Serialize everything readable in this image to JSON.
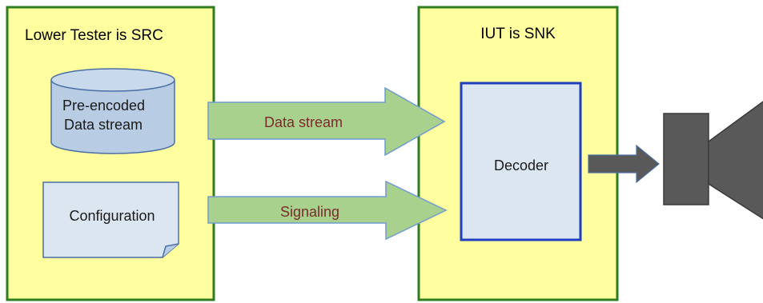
{
  "lower_tester": {
    "title": "Lower Tester is SRC",
    "database_label_line1": "Pre-encoded",
    "database_label_line2": "Data stream",
    "configuration_label": "Configuration"
  },
  "iut": {
    "title": "IUT is SNK",
    "decoder_label": "Decoder"
  },
  "arrows": {
    "data_stream_label": "Data stream",
    "signaling_label": "Signaling"
  },
  "colors": {
    "container_fill": "#ffff9f",
    "container_border": "#2e7d1f",
    "data_shape_fill": "#b8cce4",
    "data_shape_border": "#4a6fa5",
    "config_fill": "#dce6f1",
    "decoder_fill": "#dce6f1",
    "decoder_border": "#1f3fbf",
    "arrow_fill": "#a9d18e",
    "arrow_border": "#6f9bd1",
    "arrow_text": "#7b2b2b",
    "speaker_fill": "#595959"
  }
}
